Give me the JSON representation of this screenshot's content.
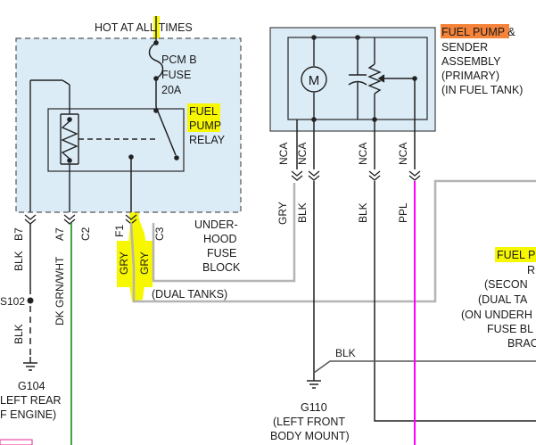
{
  "header": {
    "hot_label": "HOT AT ALL TIMES"
  },
  "fuse": {
    "line1": "PCM B",
    "line2": "FUSE",
    "line3": "20A"
  },
  "relay": {
    "line1": "FUEL",
    "line2": "PUMP",
    "line3": "RELAY"
  },
  "fuse_block": {
    "line1": "UNDER-",
    "line2": "HOOD",
    "line3": "FUSE",
    "line4": "BLOCK",
    "pins": {
      "b7": "B7",
      "a7": "A7",
      "c2": "C2",
      "f1": "F1",
      "c3": "C3"
    }
  },
  "sender": {
    "title_highlight": "FUEL PUMP",
    "title_rest": " &",
    "line2": "SENDER",
    "line3": "ASSEMBLY",
    "line4": "(PRIMARY)",
    "line5": "(IN FUEL TANK)",
    "motor_symbol": "M",
    "nca": "NCA"
  },
  "secondary": {
    "title_highlight": "FUEL P",
    "line2": "R",
    "line3": "(SECON",
    "line4": "(DUAL TA",
    "line5": "(ON UNDERH",
    "line6": "FUSE BL",
    "line7": "BRAC"
  },
  "wires": {
    "blk": "BLK",
    "dk_grn_wht": "DK GRN/WHT",
    "gry": "GRY",
    "ppl": "PPL",
    "dual_tanks": "(DUAL TANKS)"
  },
  "splice": {
    "label": "S102"
  },
  "ground_g104": {
    "name": "G104",
    "line2": "LEFT REAR",
    "line3": "F ENGINE)"
  },
  "ground_g110": {
    "name": "G110",
    "line2": "(LEFT FRONT",
    "line3": "BODY MOUNT)"
  },
  "colors": {
    "box_fill": "#dcecf7",
    "highlight_yellow": "#f7f700",
    "highlight_orange": "#f5843a",
    "wire_gray": "#b4b4b4",
    "wire_green": "#2e9a2e",
    "wire_magenta": "#ff00ff",
    "wire_black": "#222222"
  }
}
